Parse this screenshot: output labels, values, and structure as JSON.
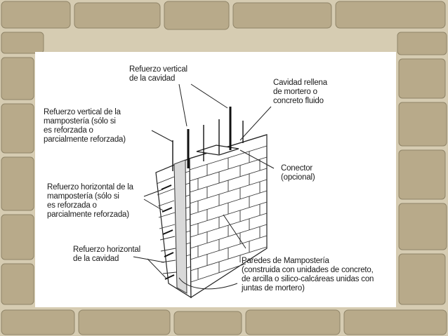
{
  "background": {
    "stone_color": "#b9ab8c",
    "mortar_color": "#d8ceb4",
    "panel_color": "#ffffff"
  },
  "labels": {
    "refuerzo_vertical_cavidad": "Refuerzo vertical\nde la cavidad",
    "cavidad_rellena": "Cavidad rellena\nde mortero o\nconcreto fluido",
    "refuerzo_vertical_mamposteria": "Refuerzo vertical de la\nmampostería (sólo si\nes reforzada o\nparcialmente reforzada)",
    "conector": "Conector\n(opcional)",
    "refuerzo_horizontal_mamposteria": "Refuerzo horizontal de la\nmampostería (sólo si\nes reforzada o\nparcialmente reforzada)",
    "refuerzo_horizontal_cavidad": "Refuerzo horizontal\nde la cavidad",
    "paredes_mamposteria": "Paredes de Mampostería\n(construida con unidades de concreto,\nde arcilla o silico-calcáreas unidas con\njuntas de mortero)"
  }
}
